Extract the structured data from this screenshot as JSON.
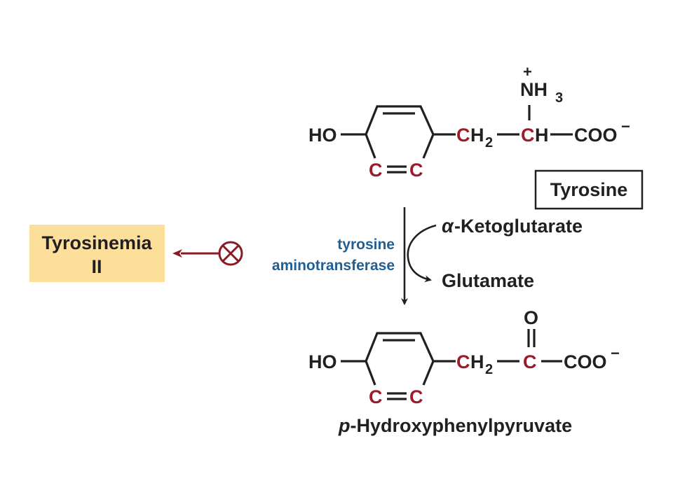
{
  "colors": {
    "ink": "#231f20",
    "carbon_red": "#9c1b2a",
    "enzyme_blue": "#1f5f96",
    "disease_box": "#fbdf9a",
    "block_arrow": "#8b1a24"
  },
  "tyrosine": {
    "ho": "HO",
    "ring_c1": "C",
    "ring_double": "=",
    "ring_c2": "C",
    "ch2_c": "C",
    "ch2_h": "H",
    "ch2_sub": "2",
    "ch_c": "C",
    "ch_h": "H",
    "coo": "COO",
    "coo_charge": "−",
    "nh3_n": "NH",
    "nh3_sub": "3",
    "nh3_charge": "+",
    "label": "Tyrosine"
  },
  "reaction": {
    "enzyme_line1": "tyrosine",
    "enzyme_line2": "aminotransferase",
    "alpha": "α",
    "cosubstrate_in": "-Ketoglutarate",
    "cosubstrate_out": "Glutamate"
  },
  "disease": {
    "line1": "Tyrosinemia",
    "line2": "II",
    "block_icon": "blocked-circle-x-icon"
  },
  "product": {
    "ho": "HO",
    "ring_c1": "C",
    "ring_double": "=",
    "ring_c2": "C",
    "ch2_c": "C",
    "ch2_h": "H",
    "ch2_sub": "2",
    "keto_c": "C",
    "keto_o": "O",
    "coo": "COO",
    "coo_charge": "−",
    "name_prefix": "p",
    "name_rest": "-Hydroxyphenylpyruvate"
  }
}
